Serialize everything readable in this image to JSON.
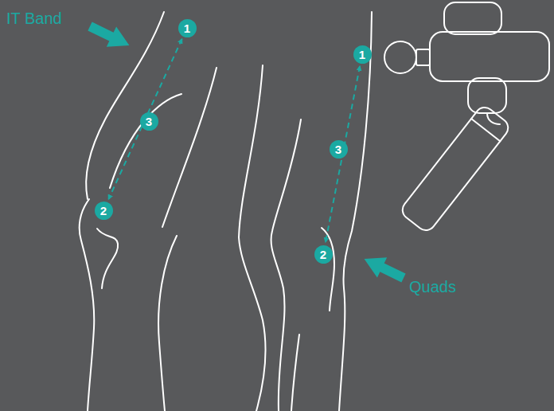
{
  "diagram": {
    "nodes": [
      {
        "text": [
          "1"
        ]
      },
      {
        "text": [
          "3"
        ]
      },
      {
        "text": [
          "2"
        ]
      },
      {
        "text": [
          "1"
        ]
      },
      {
        "text": [
          "3"
        ]
      },
      {
        "text": [
          "2"
        ]
      }
    ],
    "edges": [
      {
        "from": 0,
        "to": 2,
        "arrow": "both"
      },
      {
        "from": 3,
        "to": 5,
        "arrow": "both"
      }
    ],
    "labels": [
      "IT Band",
      "Quads"
    ]
  }
}
